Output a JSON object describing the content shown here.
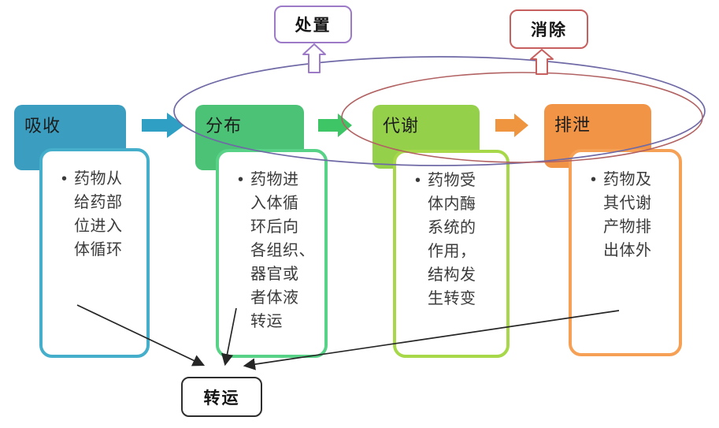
{
  "diagram": {
    "name": "ADME drug disposition diagram",
    "bullet": "•",
    "stages": [
      {
        "title": "吸收",
        "description": "药物从\n给药部\n位进入\n体循环",
        "header_color": "#3b9ec1",
        "border_color": "#44aecb"
      },
      {
        "title": "分布",
        "description": "药物进\n入体循\n环后向\n各组织、\n器官或\n者体液\n转运",
        "header_color": "#4cc276",
        "border_color": "#58d287"
      },
      {
        "title": "代谢",
        "description": "药物受\n体内酶\n系统的\n作用，\n结构发\n生转变",
        "header_color": "#95d04b",
        "border_color": "#a6d849"
      },
      {
        "title": "排泄",
        "description": "药物及\n其代谢\n产物排\n出体外",
        "header_color": "#f19446",
        "border_color": "#f5a054"
      }
    ],
    "label_boxes": {
      "disposition": {
        "label": "处置",
        "border_color": "#9c7ac8"
      },
      "elimination": {
        "label": "消除",
        "border_color": "#c75f5e"
      },
      "transport": {
        "label": "转运",
        "border_color": "#2e2e2e"
      }
    },
    "colors": {
      "purple_ellipse": "#6f6aa6",
      "red_ellipse": "#b26262",
      "teal_flow_arrow": "#2fa0c4",
      "green_flow_arrow": "#3ec566",
      "orange_flow_arrow": "#f0953f",
      "thin_arrow": "#262626"
    }
  }
}
